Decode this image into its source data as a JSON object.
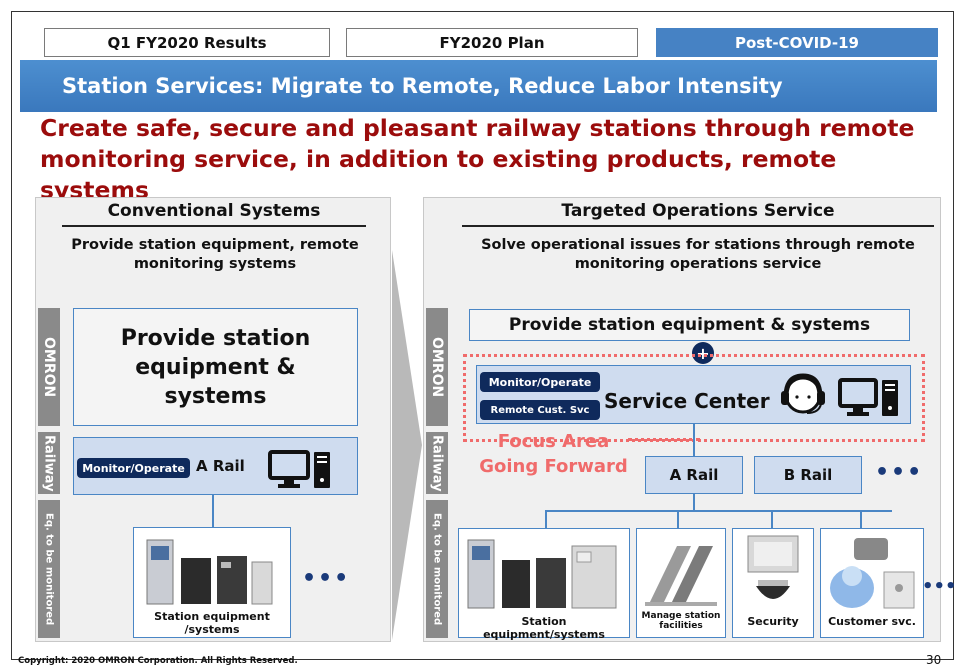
{
  "tabs": [
    {
      "label": "Q1 FY2020 Results"
    },
    {
      "label": "FY2020 Plan"
    },
    {
      "label": "Post-COVID-19"
    }
  ],
  "banner_title": "Station Services: Migrate to Remote, Reduce Labor Intensity",
  "headline": "Create safe, secure and pleasant railway stations through remote monitoring service, in addition to existing products, remote systems",
  "left": {
    "title": "Conventional Systems",
    "subtitle": "Provide station equipment, remote monitoring systems",
    "omron_label": "OMRON",
    "railway_label": "Railway",
    "eq_label": "Eq. to be monitored",
    "provide_box": "Provide station equipment & systems",
    "monitor_badge": "Monitor/Operate",
    "rail_label": "A Rail",
    "equipment_caption": "Station equipment /systems",
    "more": "•••"
  },
  "right": {
    "title": "Targeted Operations Service",
    "subtitle": "Solve operational issues for stations through remote monitoring operations service",
    "omron_label": "OMRON",
    "railway_label": "Railway",
    "eq_label": "Eq. to be monitored",
    "provide_bar": "Provide station equipment & systems",
    "monitor_badge": "Monitor/Operate",
    "remote_badge": "Remote Cust. Svc",
    "service_center": "Service Center",
    "focus_area": "Focus Area Going Forward",
    "rail_a": "A Rail",
    "rail_b": "B Rail",
    "more": "•••",
    "items": [
      {
        "label": "Station equipment/systems"
      },
      {
        "label": "Manage station facilities"
      },
      {
        "label": "Security"
      },
      {
        "label": "Customer svc."
      }
    ]
  },
  "footer": "Copyright: 2020 OMRON Corporation. All Rights Reserved.",
  "page_number": "30",
  "colors": {
    "banner": "#4682c4",
    "headline": "#9b0c0c",
    "focus": "#f06b6b",
    "navy": "#0f2a5c"
  }
}
